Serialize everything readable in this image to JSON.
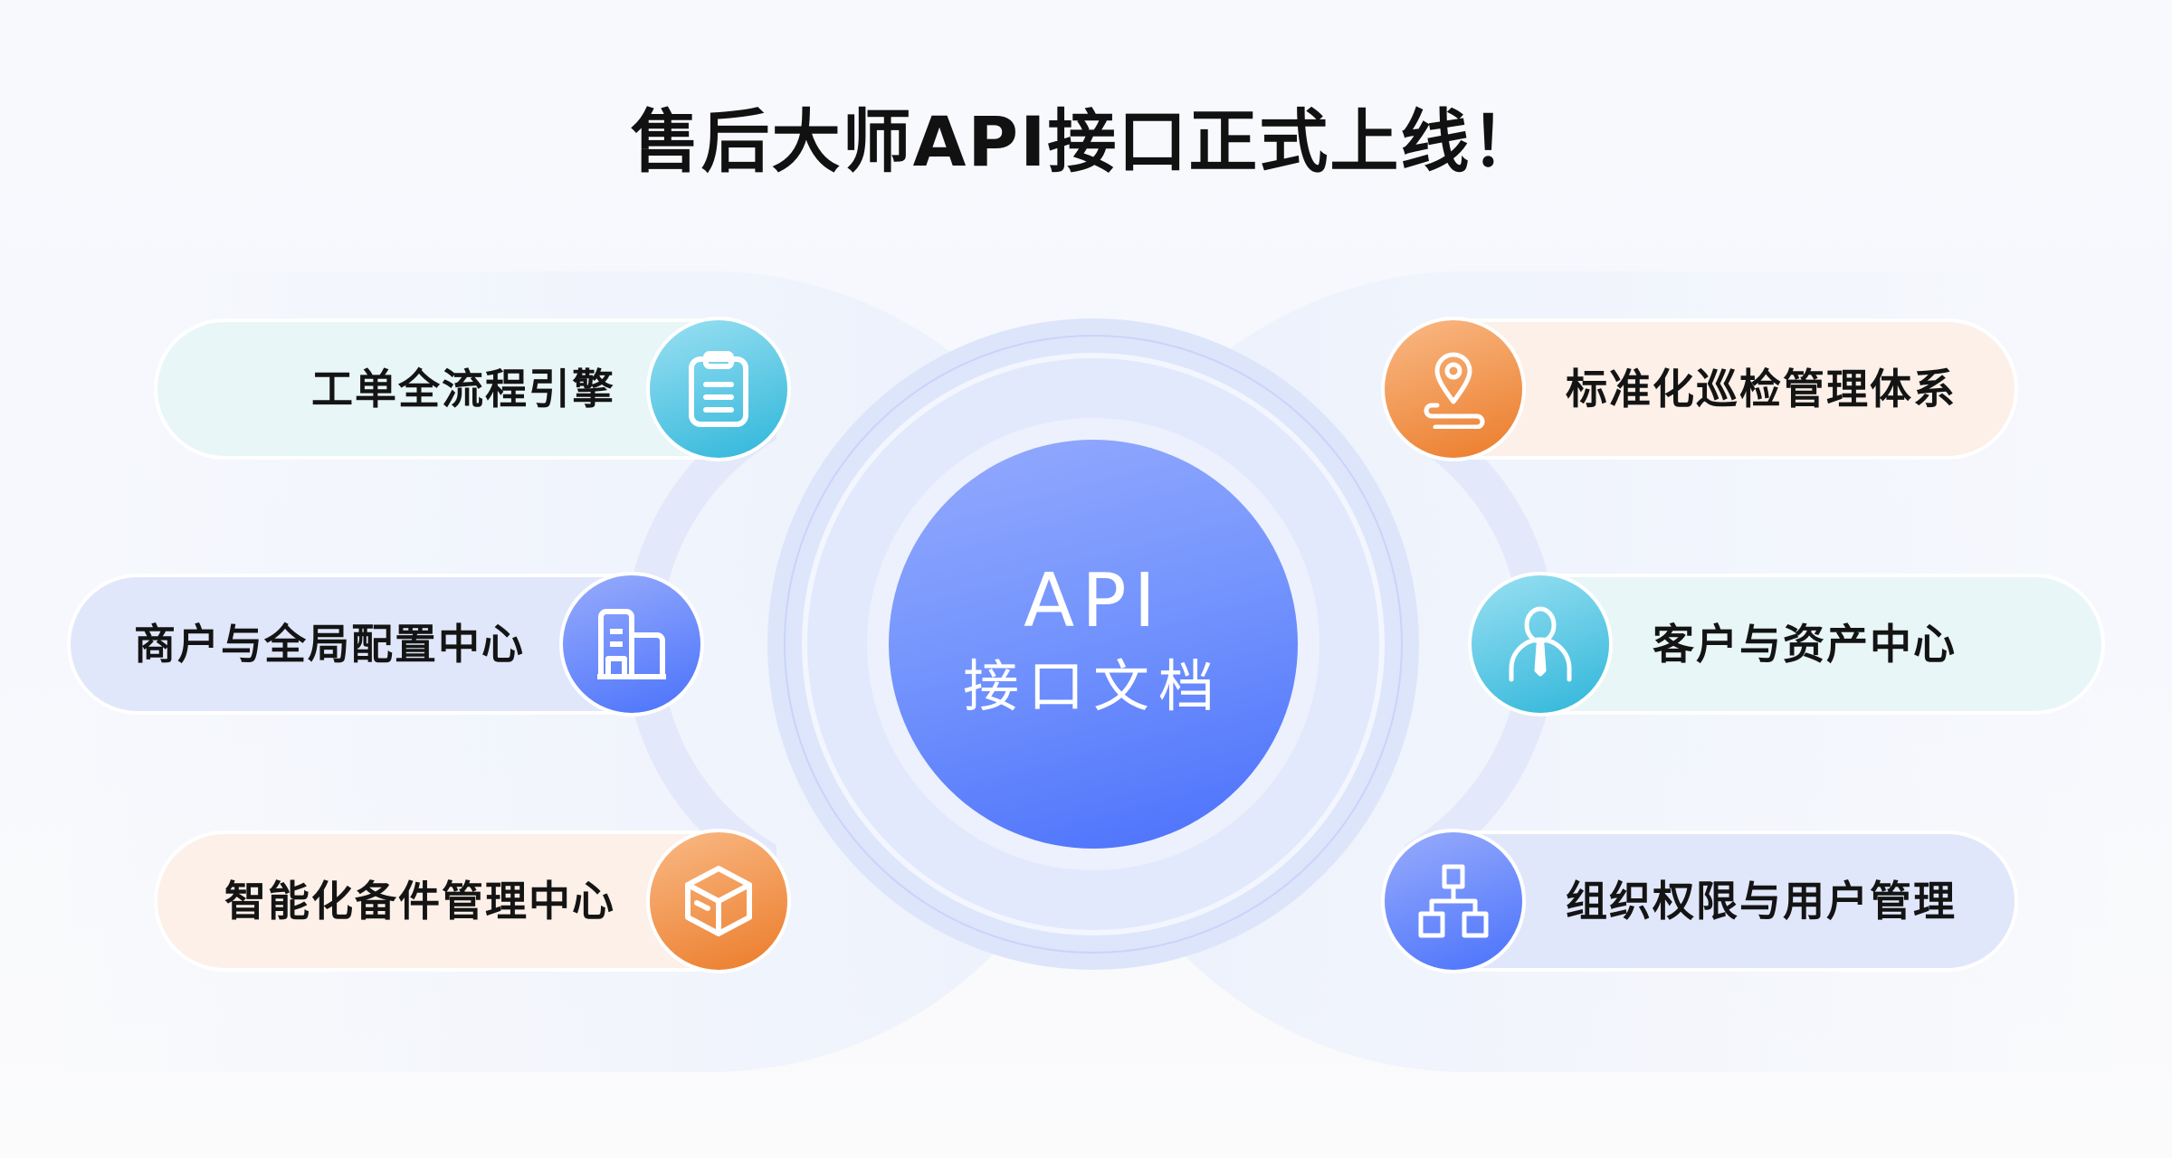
{
  "title": "售后大师API接口正式上线！",
  "center": {
    "line1": "API",
    "line2": "接口文档"
  },
  "colors": {
    "cyan_accent": "#2fb6da",
    "blue_accent": "#4a70fb",
    "orange_accent": "#eb7c2a",
    "title_text": "#111111"
  },
  "left_features": [
    {
      "label": "工单全流程引擎",
      "icon": "clipboard-icon",
      "theme": "cyan"
    },
    {
      "label": "商户与全局配置中心",
      "icon": "building-icon",
      "theme": "blue"
    },
    {
      "label": "智能化备件管理中心",
      "icon": "box-icon",
      "theme": "orange"
    }
  ],
  "right_features": [
    {
      "label": "标准化巡检管理体系",
      "icon": "location-route-icon",
      "theme": "orange"
    },
    {
      "label": "客户与资产中心",
      "icon": "user-icon",
      "theme": "cyan"
    },
    {
      "label": "组织权限与用户管理",
      "icon": "org-chart-icon",
      "theme": "blue"
    }
  ]
}
